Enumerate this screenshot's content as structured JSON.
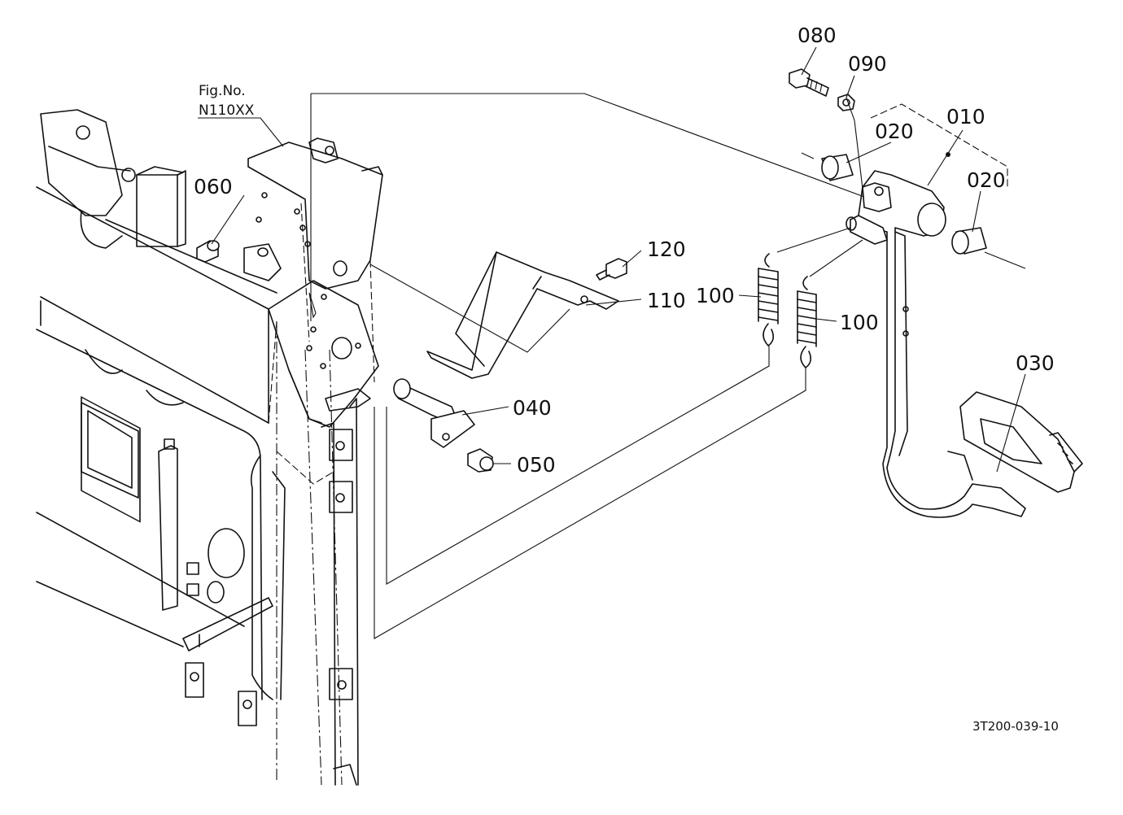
{
  "figure_ref": {
    "caption": "Fig.No.",
    "number": "N110XX"
  },
  "drawing_code": "3T200-039-10",
  "parts": [
    {
      "id": "p010",
      "label": "010"
    },
    {
      "id": "p020a",
      "label": "020"
    },
    {
      "id": "p020b",
      "label": "020"
    },
    {
      "id": "p030",
      "label": "030"
    },
    {
      "id": "p040",
      "label": "040"
    },
    {
      "id": "p050",
      "label": "050"
    },
    {
      "id": "p060",
      "label": "060"
    },
    {
      "id": "p080",
      "label": "080"
    },
    {
      "id": "p090",
      "label": "090"
    },
    {
      "id": "p100a",
      "label": "100"
    },
    {
      "id": "p100b",
      "label": "100"
    },
    {
      "id": "p110",
      "label": "110"
    },
    {
      "id": "p120",
      "label": "120"
    }
  ]
}
